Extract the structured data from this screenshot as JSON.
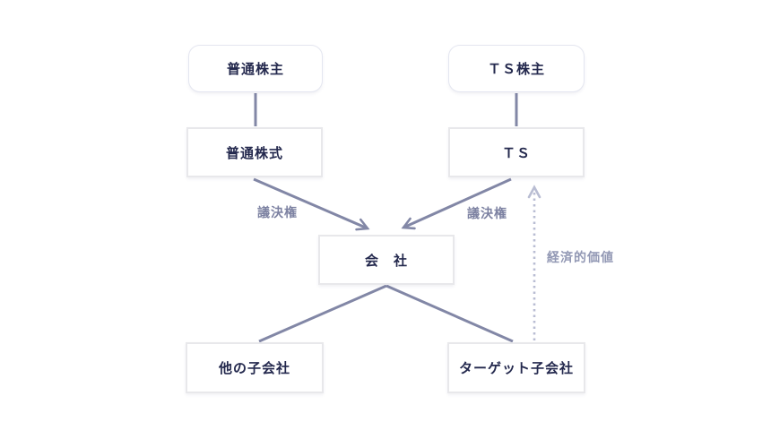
{
  "diagram": {
    "nodes": {
      "ordinary_shareholder": "普通株主",
      "ts_shareholder": "ＴＳ株主",
      "ordinary_shares": "普通株式",
      "ts": "ＴＳ",
      "company": "会　社",
      "other_subsidiary": "他の子会社",
      "target_subsidiary": "ターゲット子会社"
    },
    "edge_labels": {
      "voting_rights_left": "議決権",
      "voting_rights_right": "議決権",
      "economic_value": "経済的価値"
    },
    "edges": [
      {
        "from": "ordinary_shareholder",
        "to": "ordinary_shares",
        "style": "solid",
        "arrow": "none"
      },
      {
        "from": "ts_shareholder",
        "to": "ts",
        "style": "solid",
        "arrow": "none"
      },
      {
        "from": "ordinary_shares",
        "to": "company",
        "style": "solid",
        "arrow": "end",
        "label": "議決権"
      },
      {
        "from": "ts",
        "to": "company",
        "style": "solid",
        "arrow": "end",
        "label": "議決権"
      },
      {
        "from": "company",
        "to": "other_subsidiary",
        "style": "solid",
        "arrow": "none"
      },
      {
        "from": "company",
        "to": "target_subsidiary",
        "style": "solid",
        "arrow": "none"
      },
      {
        "from": "target_subsidiary",
        "to": "ts",
        "style": "dotted",
        "arrow": "end",
        "label": "経済的価値"
      }
    ],
    "colors": {
      "node_text": "#23284d",
      "solid_line": "#8287a6",
      "dotted_line": "#b9bdd3",
      "label_text": "#7d82a2",
      "economic_label_text": "#9298b4",
      "box_border": "#e8e8eb",
      "rounded_border": "#e4e6f0",
      "background": "#ffffff"
    }
  }
}
